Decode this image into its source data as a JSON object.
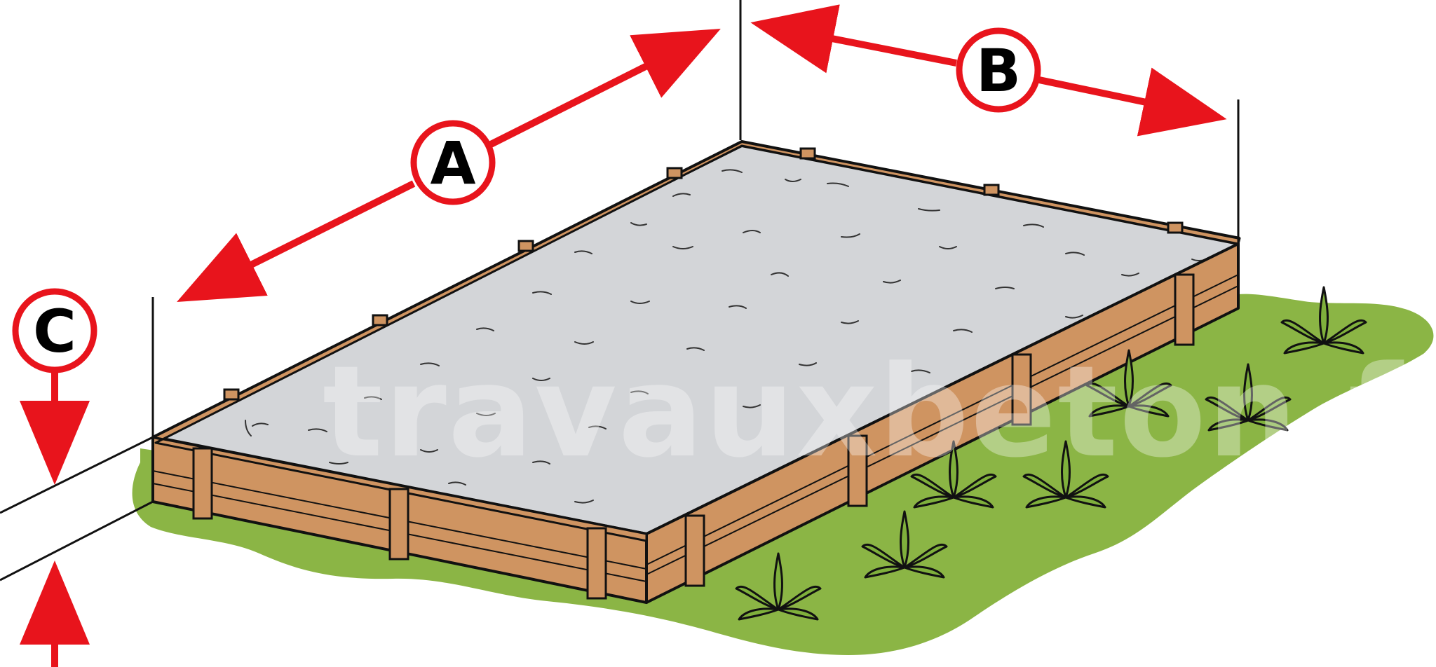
{
  "labels": {
    "a": "A",
    "b": "B",
    "c": "C"
  },
  "watermark": "travauxbeton.fr",
  "colors": {
    "arrow": "#e8141c",
    "grass": "#8bb545",
    "concrete": "#d3d5d8",
    "wood": "#cf9461",
    "wood_dark": "#b97c48",
    "outline": "#111111",
    "plant": "#7fb03c"
  },
  "icons": {
    "plant": "leafy-plant-icon"
  }
}
